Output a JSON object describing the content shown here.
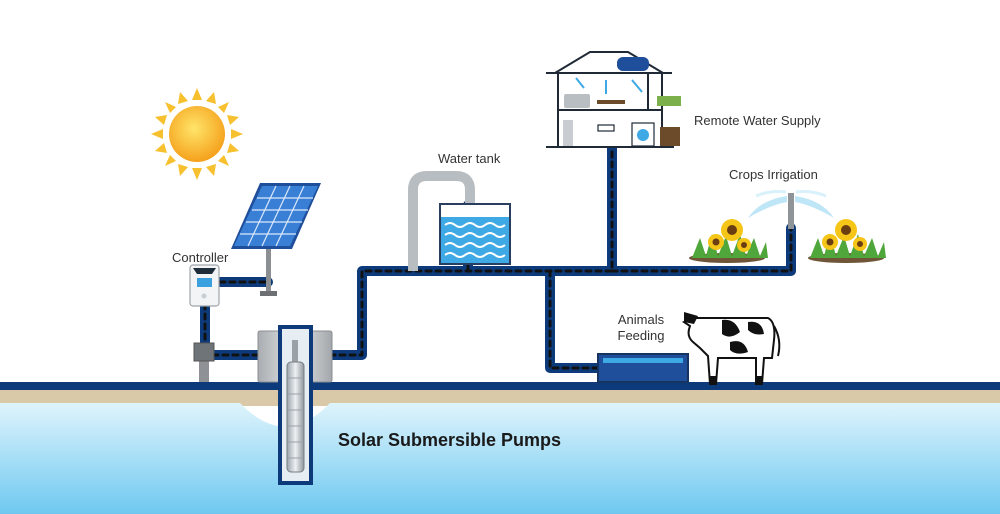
{
  "labels": {
    "controller": "Controller",
    "water_tank": "Water tank",
    "remote_water_supply": "Remote Water Supply",
    "crops_irrigation": "Crops Irrigation",
    "animals_feeding_line1": "Animals",
    "animals_feeding_line2": "Feeding",
    "main_title": "Solar Submersible Pumps"
  },
  "icons": [
    "sun-icon",
    "solar-panel-icon",
    "controller-icon",
    "junction-box-icon",
    "pump-station-icon",
    "submersible-pump-icon",
    "water-tank-icon",
    "house-icon",
    "sprinkler-icon",
    "sunflower-icon",
    "trough-icon",
    "cow-icon"
  ],
  "colors": {
    "pipe": "#0d3a7a",
    "pipe_dash": "#1a1a1a",
    "ground_line": "#0d3a7a",
    "sand": "#d9c9a8",
    "water_top": "#cfeefb",
    "water_bottom": "#7fd0f2",
    "sun": "#f7b52a",
    "panel": "#2b6cc4",
    "tank_water": "#3fa9e6"
  }
}
